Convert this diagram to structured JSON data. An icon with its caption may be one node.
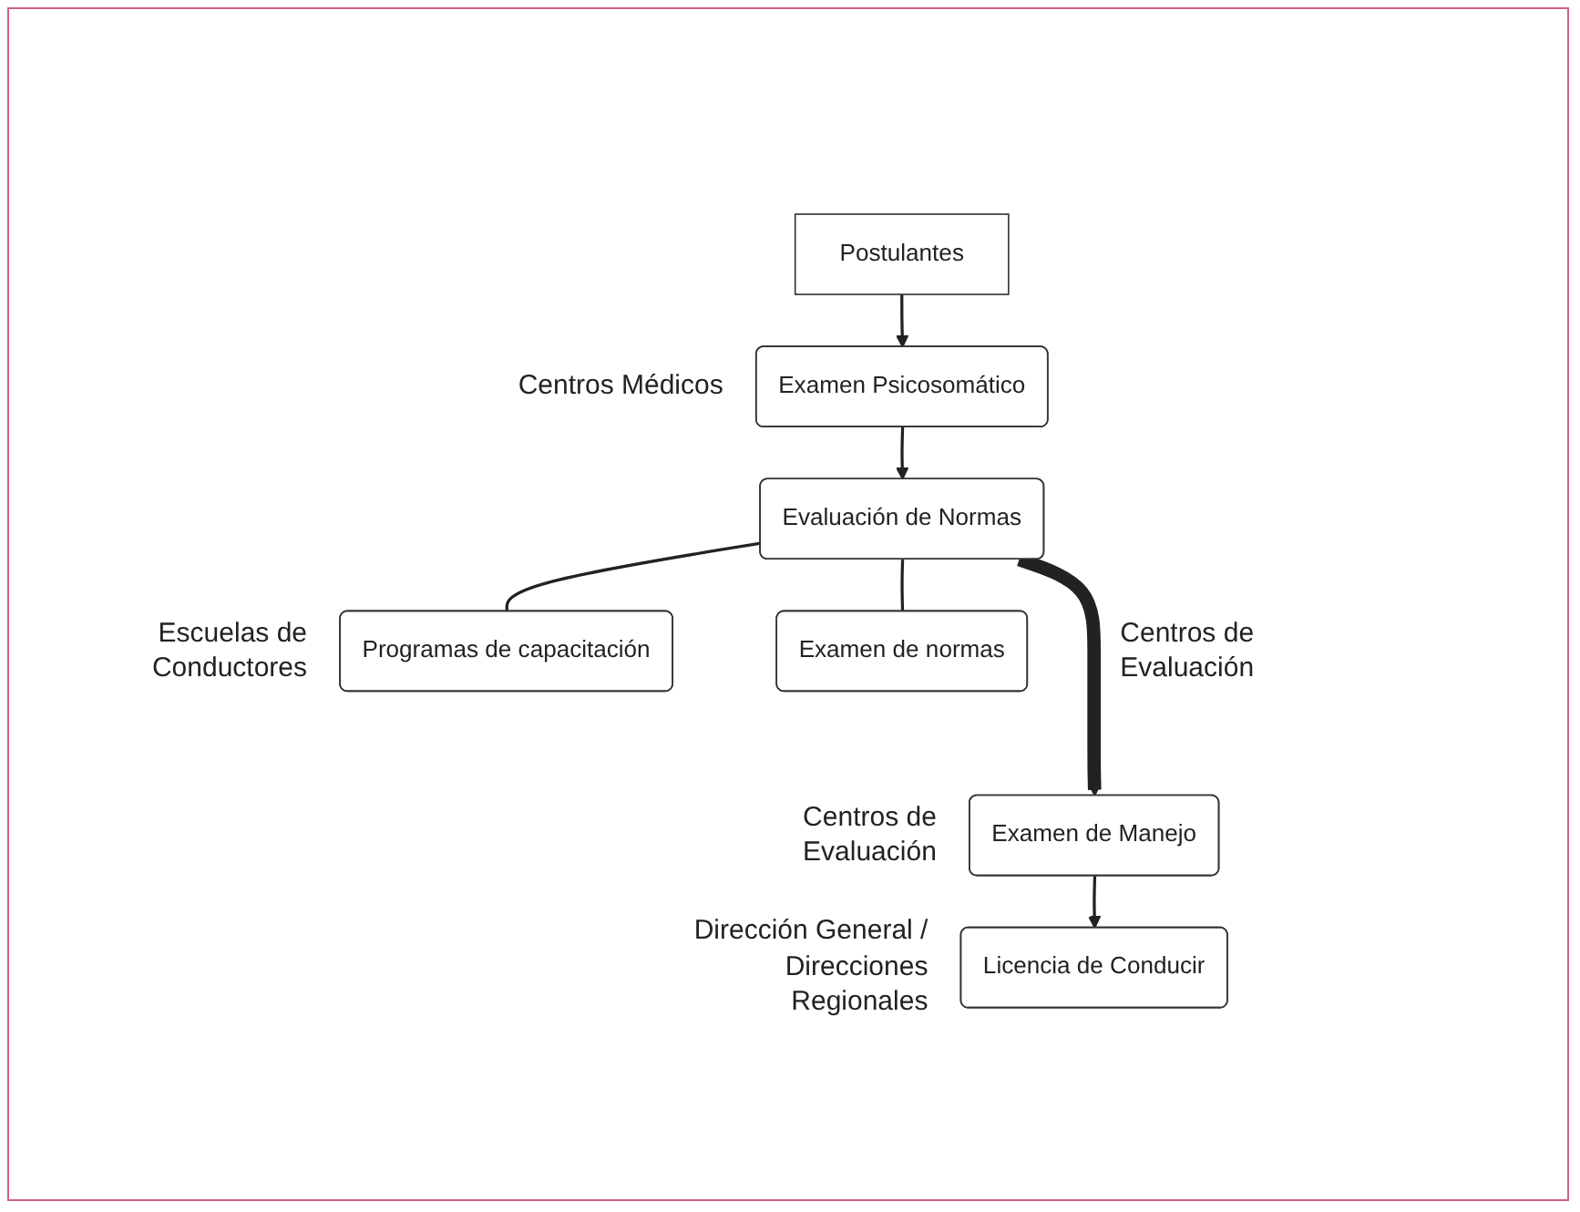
{
  "diagram": {
    "nodes": [
      {
        "text": [
          "Postulantes"
        ]
      },
      {
        "text": [
          "Examen Psicosomático"
        ],
        "beside": [
          "Centros Médicos"
        ]
      },
      {
        "text": [
          "Evaluación de Normas"
        ]
      },
      {
        "text": [
          "Programas de capacitación"
        ],
        "beside": [
          "Escuelas de Conductores"
        ]
      },
      {
        "text": [
          "Examen de normas"
        ],
        "beside": [
          "Centros de Evaluación"
        ]
      },
      {
        "text": [
          "Examen de Manejo"
        ],
        "beside": [
          "Centros de Evaluación"
        ]
      },
      {
        "text": [
          "Licencia de Conducir"
        ],
        "beside": [
          "Dirección General / Direcciones Regionales"
        ]
      }
    ],
    "edges": [
      {
        "from": 0,
        "to": 1,
        "arrow": "to"
      },
      {
        "from": 1,
        "to": 2,
        "arrow": "to"
      },
      {
        "from": 2,
        "to": 3,
        "arrow": "none"
      },
      {
        "from": 2,
        "to": 4,
        "arrow": "none"
      },
      {
        "from": 2,
        "to": 5,
        "arrow": "to",
        "style": "thick"
      },
      {
        "from": 5,
        "to": 6,
        "arrow": "to"
      }
    ]
  }
}
